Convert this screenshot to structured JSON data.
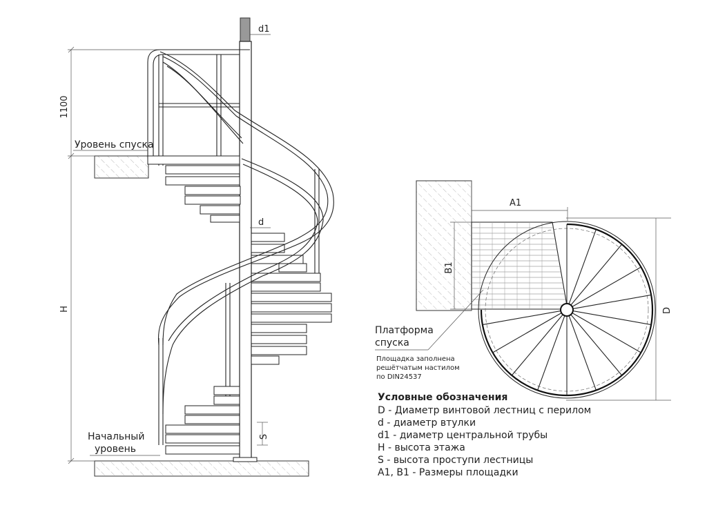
{
  "elevation": {
    "dim_1100": "1100",
    "dim_H": "H",
    "dim_d1": "d1",
    "dim_d": "d",
    "dim_S": "S",
    "label_descent_level": "Уровень спуска",
    "label_start_level_line1": "Начальный",
    "label_start_level_line2": "уровень"
  },
  "plan": {
    "dim_A1": "A1",
    "dim_B1": "B1",
    "dim_D": "D",
    "platform_label_line1": "Платформа",
    "platform_label_line2": "спуска",
    "note_line1": "Площадка заполнена",
    "note_line2": "решётчатым настилом",
    "note_line3": "по DIN24537"
  },
  "legend": {
    "title": "Условные обозначения",
    "items": [
      "D - Диаметр винтовой лестниц с перилом",
      "d - диаметр втулки",
      "d1 - диаметр центральной трубы",
      "H - высота этажа",
      "S - высота проступи лестницы",
      "A1, B1 - Размеры площадки"
    ]
  }
}
